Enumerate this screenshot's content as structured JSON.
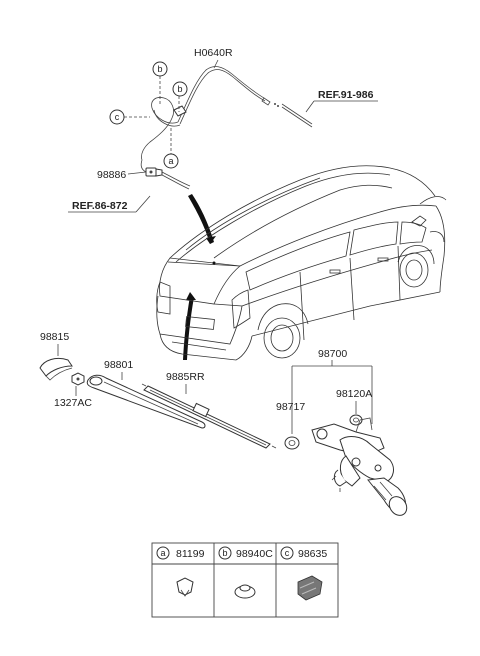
{
  "labels": {
    "hose": "H0640R",
    "ref_top": "REF.91-986",
    "ref_mid": "REF.86-872",
    "nozzle": "98886",
    "cap": "98815",
    "arm": "98801",
    "nut": "1327AC",
    "blade": "9885RR",
    "motor_assy": "98700",
    "pivot": "98717",
    "grommet": "98120A"
  },
  "callouts": {
    "a": "a",
    "b": "b",
    "c": "c"
  },
  "legend": [
    {
      "letter": "a",
      "part": "81199"
    },
    {
      "letter": "b",
      "part": "98940C"
    },
    {
      "letter": "c",
      "part": "98635"
    }
  ]
}
